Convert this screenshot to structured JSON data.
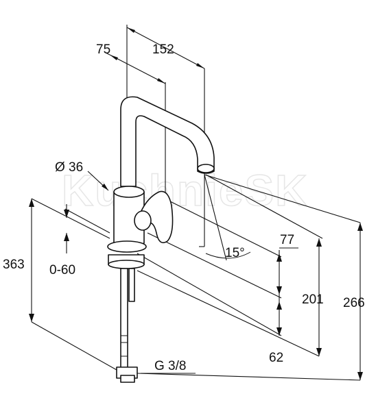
{
  "watermark": "KuchnieSK",
  "dimensions": {
    "spout_reach": "152",
    "body_offset": "75",
    "body_diameter": "Ø 36",
    "height_total": "363",
    "deck_thickness": "0-60",
    "handle_angle": "15°",
    "handle_height": "77",
    "spout_height": "201",
    "overall_height": "266",
    "base_height": "62",
    "connection": "G 3/8"
  }
}
